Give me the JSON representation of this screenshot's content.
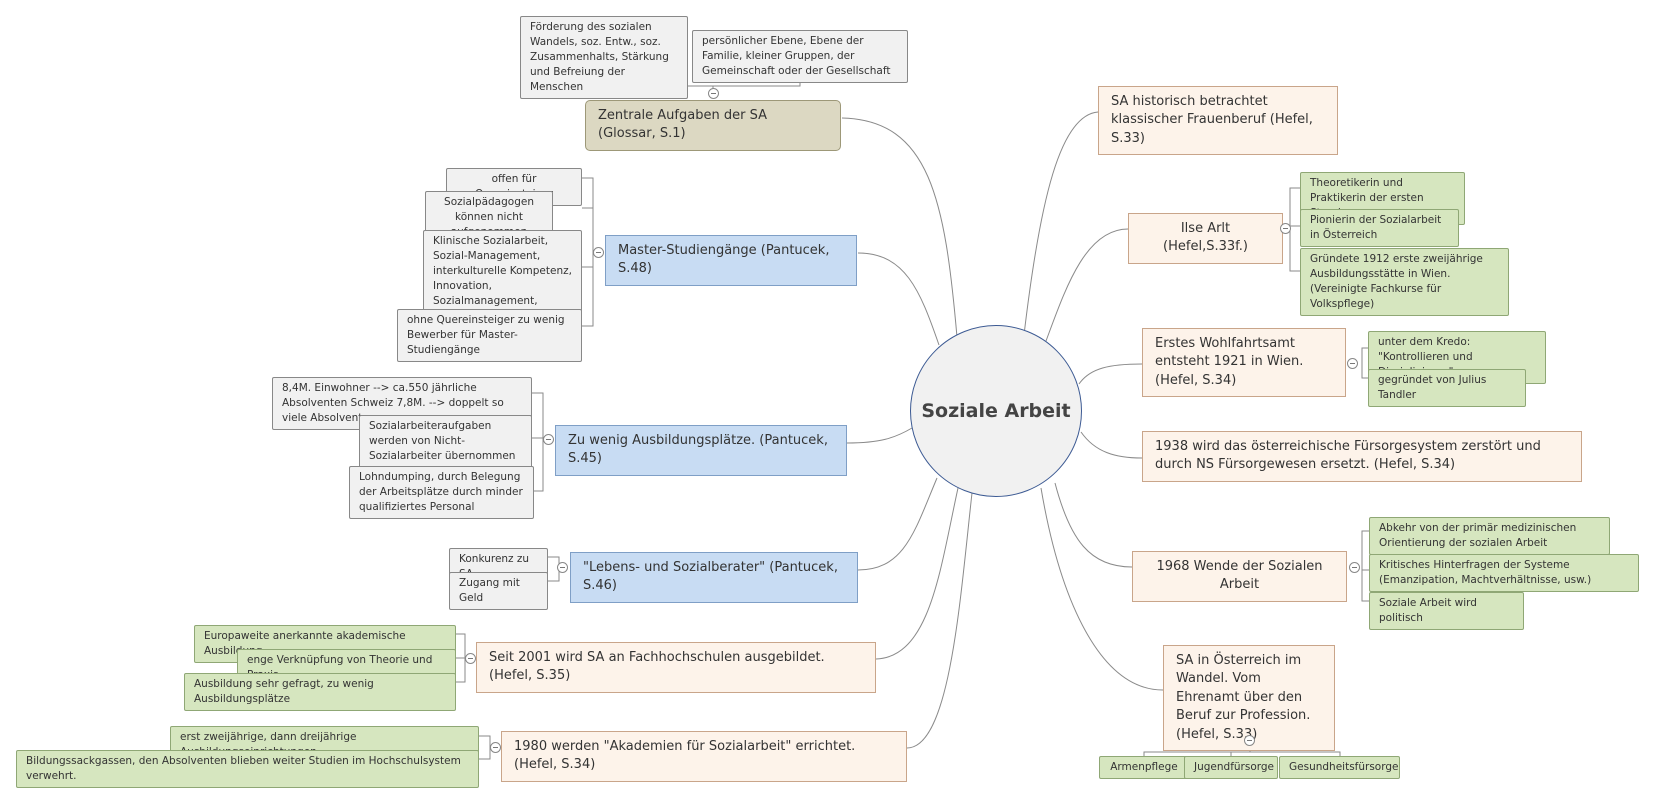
{
  "center": "Soziale Arbeit",
  "left": {
    "aufgaben": {
      "label": "Zentrale Aufgaben der SA (Glossar, S.1)",
      "children": [
        "Förderung des sozialen Wandels, soz. Entw., soz. Zusammenhalts, Stärkung und Befreiung der Menschen",
        "persönlicher Ebene, Ebene der Familie, kleiner Gruppen, der Gemeinschaft oder der Gesellschaft"
      ]
    },
    "master": {
      "label": "Master-Studiengänge (Pantucek, S.48)",
      "children": [
        "offen für Quereinsteiger",
        "Sozialpädagogen können nicht aufgenommen werden.",
        "Klinische Sozialarbeit, Sozial-Management, interkulturelle Kompetenz, Innovation, Sozialmanagement, Forschung,Sozialpolitik etc.",
        "ohne Quereinsteiger zu wenig Bewerber für Master-Studiengänge"
      ]
    },
    "ausbildungsplaetze": {
      "label": "Zu wenig Ausbildungsplätze. (Pantucek, S.45)",
      "children": [
        "8,4M. Einwohner --> ca.550 jährliche Absolventen Schweiz 7,8M. --> doppelt so viele Absolventen",
        "Sozialarbeiteraufgaben werden von Nicht-Sozialarbeiter übernommen - aufgrung Mangel",
        "Lohndumping, durch Belegung der Arbeitsplätze durch minder qualifiziertes Personal"
      ]
    },
    "lebensberater": {
      "label": "\"Lebens- und Sozialberater\" (Pantucek, S.46)",
      "children": [
        "Konkurenz zu SA",
        "Zugang mit Geld"
      ]
    },
    "fachhochschulen": {
      "label": "Seit 2001 wird SA an Fachhochschulen ausgebildet. (Hefel, S.35)",
      "children": [
        "Europaweite anerkannte akademische Ausbildung",
        "enge Verknüpfung von Theorie und Praxis",
        "Ausbildung sehr gefragt, zu wenig Ausbildungsplätze"
      ]
    },
    "akademien": {
      "label": "1980  werden \"Akademien für Sozialarbeit\" errichtet. (Hefel, S.34)",
      "children": [
        "erst zweijährige, dann dreijährige Ausbildungseinrichtungen",
        "Bildungssackgassen, den Absolventen blieben weiter Studien im Hochschulsystem verwehrt."
      ]
    }
  },
  "right": {
    "frauenberuf": {
      "label": "SA historisch betrachtet klassischer Frauenberuf (Hefel, S.33)"
    },
    "arlt": {
      "label": "Ilse Arlt (Hefel,S.33f.)",
      "children": [
        "Theoretikerin und Praktikerin der ersten Stunde.",
        "Pionierin der Sozialarbeit in Österreich",
        "Gründete 1912 erste zweijährige Ausbildungsstätte in Wien. (Vereinigte Fachkurse für Volkspflege)"
      ]
    },
    "wohlfahrtsamt": {
      "label": "Erstes Wohlfahrtsamt entsteht 1921 in Wien. (Hefel, S.34)",
      "children": [
        "unter dem Kredo: \"Kontrollieren und Disziplinieren\"",
        "gegründet von Julius Tandler"
      ]
    },
    "ns": {
      "label": "1938 wird das österreichische Fürsorgesystem zerstört und durch NS Fürsorgewesen ersetzt. (Hefel, S.34)"
    },
    "wende": {
      "label": "1968 Wende der Sozialen Arbeit",
      "children": [
        "Abkehr von der primär medizinischen Orientierung der sozialen Arbeit",
        "Kritisches Hinterfragen der Systeme (Emanzipation, Machtverhältnisse, usw.)",
        "Soziale Arbeit wird politisch"
      ]
    },
    "wandel": {
      "label": "SA in Österreich im Wandel. Vom Ehrenamt über den Beruf zur Profession. (Hefel, S.33)",
      "children": [
        "Armenpflege",
        "Jugendfürsorge",
        "Gesundheitsfürsorge"
      ]
    }
  },
  "colors": {
    "history_topic": "#fdf3ea",
    "pantucek_topic": "#c8dcf3",
    "glossar_topic": "#dcd8c2",
    "green_detail": "#d6e6bf",
    "gray_detail": "#f1f1f1",
    "center_border": "#3c5a93"
  }
}
